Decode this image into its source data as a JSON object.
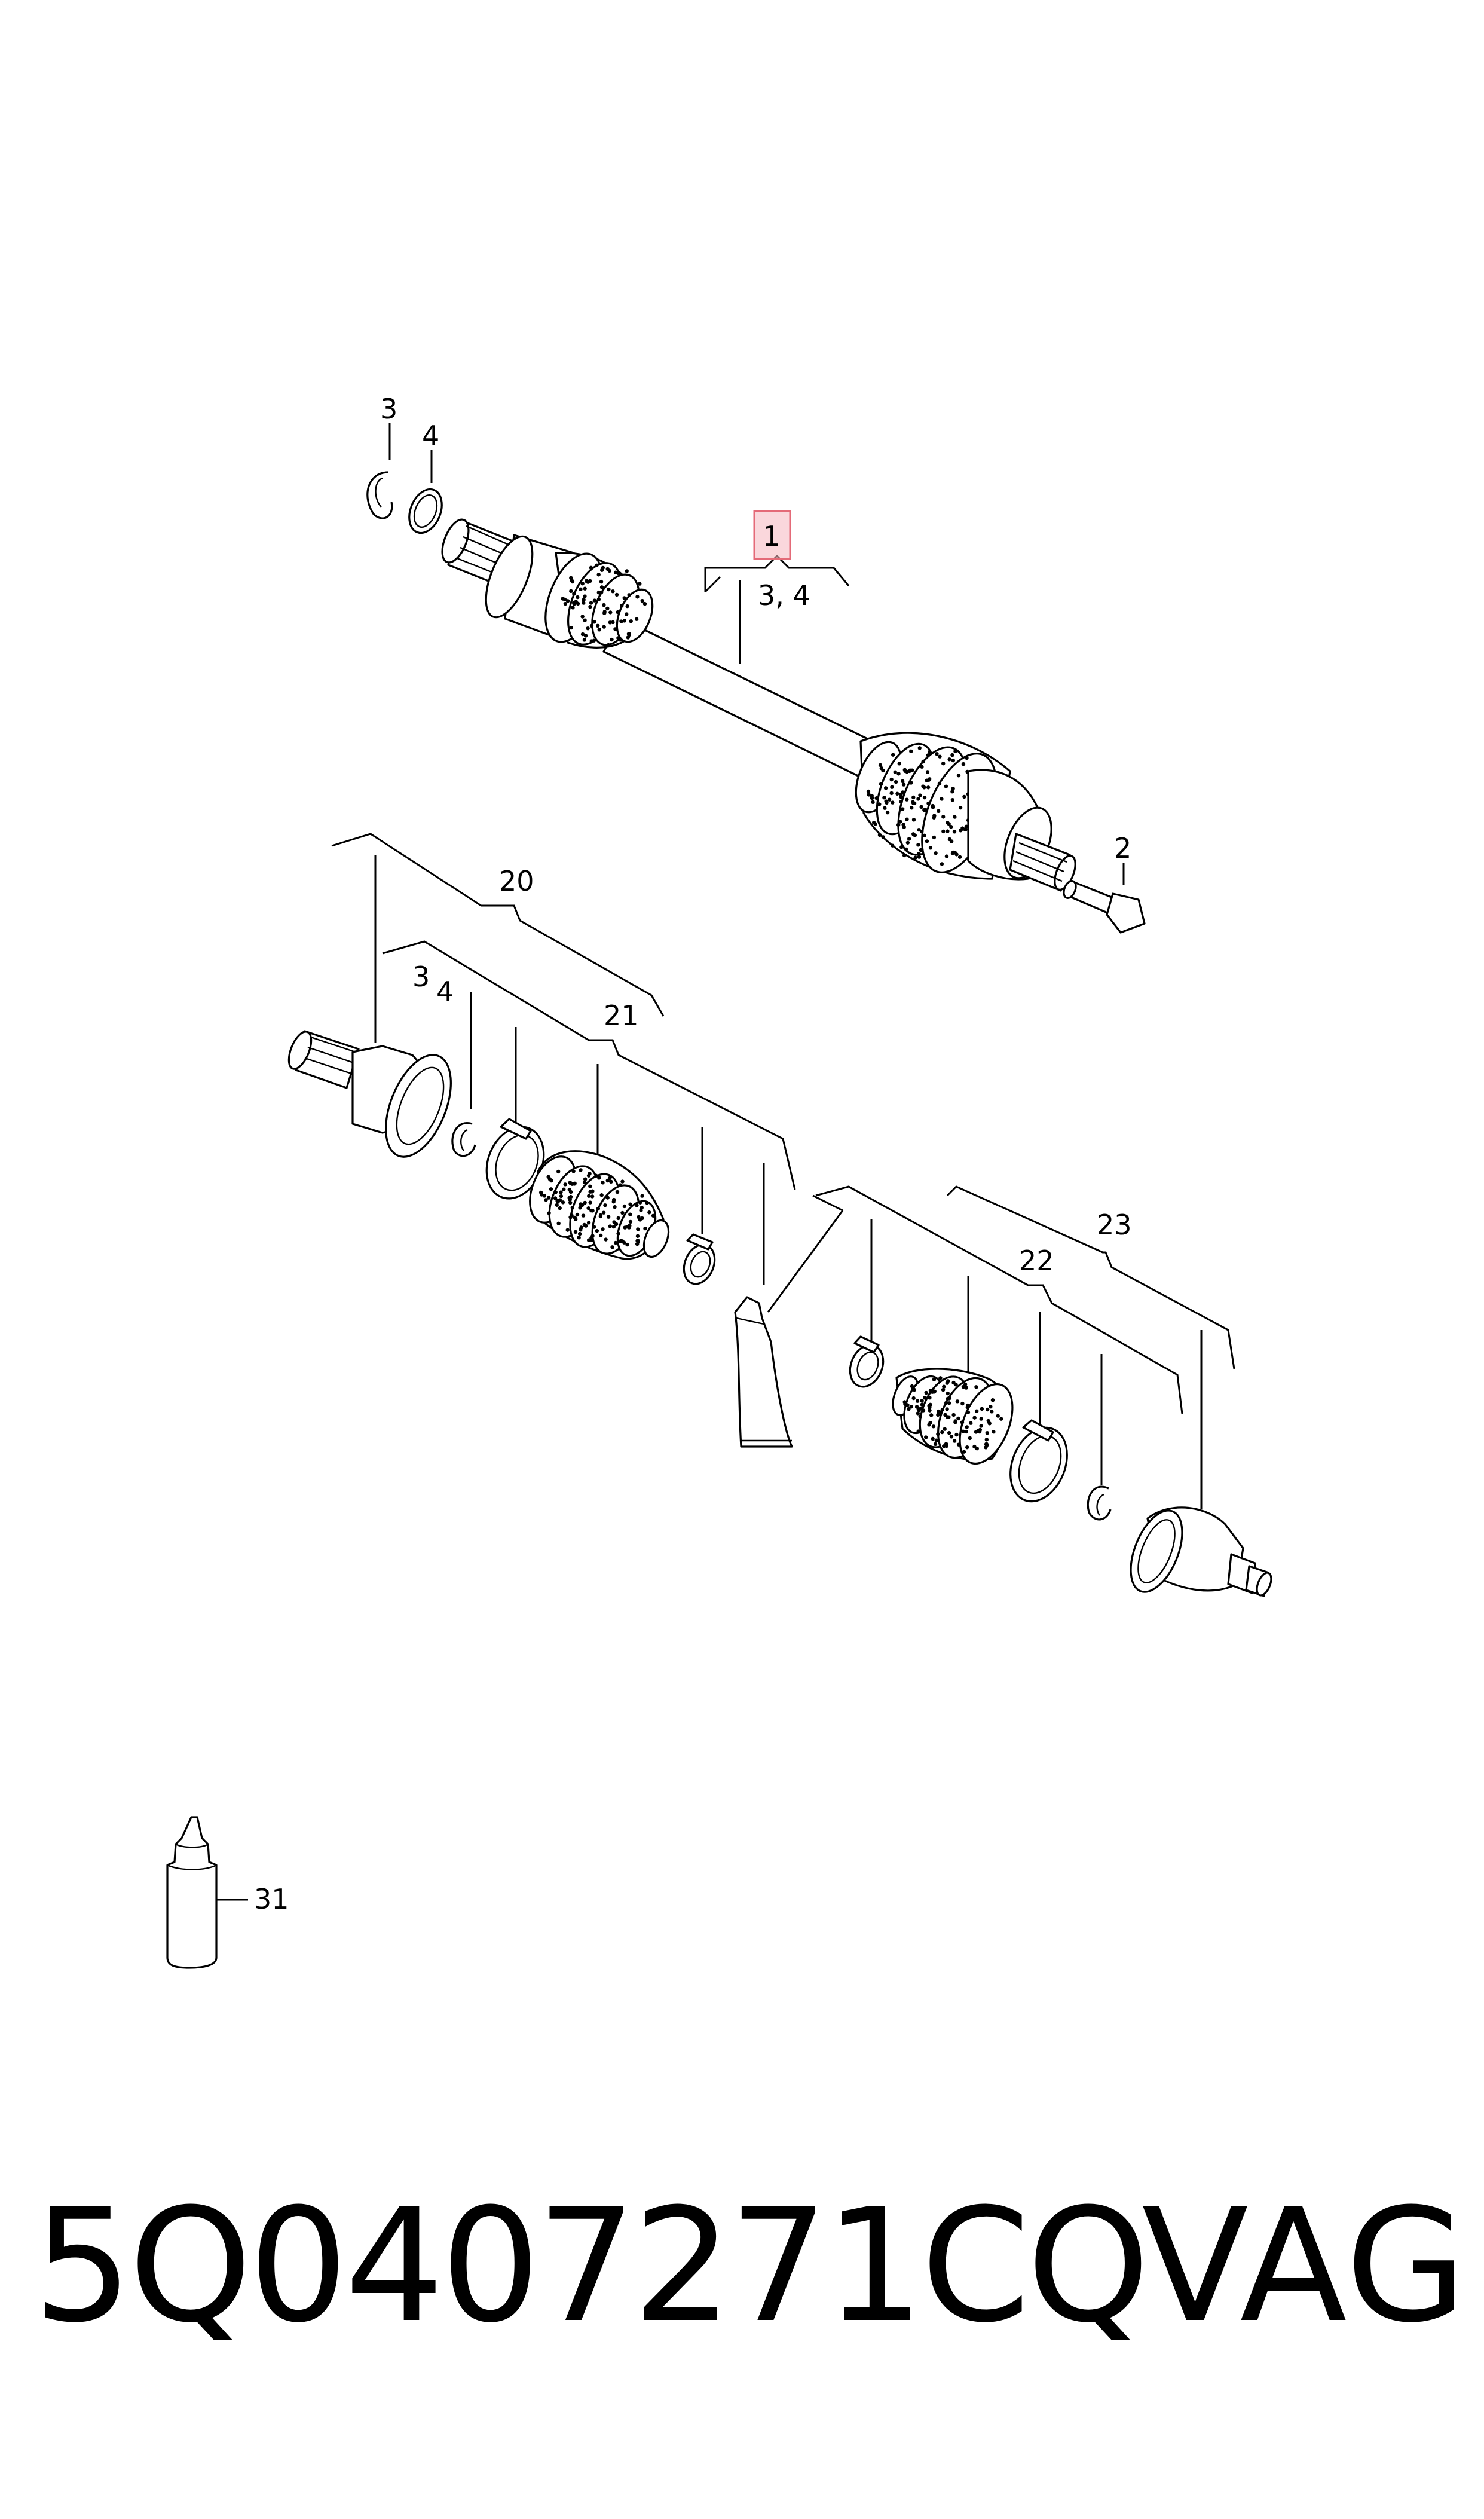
{
  "diagram": {
    "callouts": {
      "main_shaft": "1",
      "main_shaft_includes": "3, 4",
      "bolt": "2",
      "circlip_top": "3",
      "ring_top": "4",
      "joint_kit_outer": "20",
      "boot_kit_outer": "21",
      "circlip_mid": "3",
      "ring_mid": "4",
      "boot_kit_inner": "22",
      "joint_kit_inner": "23",
      "grease_bottle": "31"
    },
    "highlight_color": "#f5b7bf",
    "highlight_border": "#e46a78"
  },
  "footer": {
    "part_number": "5Q0407271CQ",
    "brand": "VAG"
  }
}
